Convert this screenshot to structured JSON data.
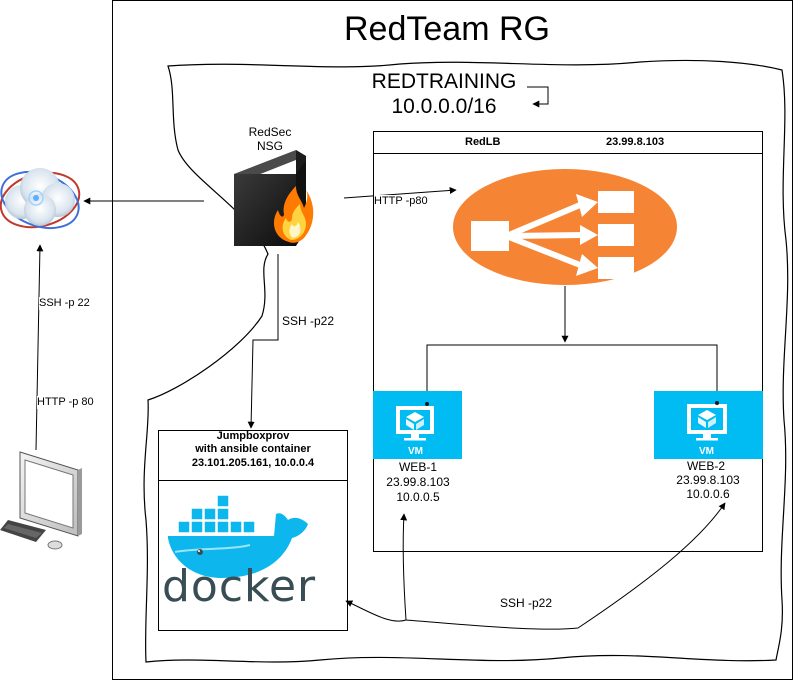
{
  "diagram": {
    "resource_group_title": "RedTeam RG",
    "vnet": {
      "name": "REDTRAINING",
      "cidr": "10.0.0.0/16"
    },
    "nsg": {
      "line1": "RedSec",
      "line2": "NSG"
    },
    "load_balancer": {
      "name": "RedLB",
      "ip": "23.99.8.103"
    },
    "jumpbox": {
      "line1": "Jumpboxprov",
      "line2": "with ansible container",
      "line3": "23.101.205.161, 10.0.0.4",
      "docker_logo_text": "docker"
    },
    "vm1": {
      "badge": "VM",
      "name": "WEB-1",
      "public_ip": "23.99.8.103",
      "private_ip": "10.0.0.5"
    },
    "vm2": {
      "badge": "VM",
      "name": "WEB-2",
      "public_ip": "23.99.8.103",
      "private_ip": "10.0.0.6"
    },
    "edges": {
      "nsg_to_lb": "HTTP -p80",
      "nsg_to_jumpbox": "SSH -p22",
      "jumpbox_to_vms": "SSH -p22",
      "workstation_ssh": "SSH -p 22",
      "workstation_http": "HTTP -p 80"
    },
    "colors": {
      "lb_orange": "#f58534",
      "vm_blue": "#00bcf2",
      "docker_blue": "#0db7ed",
      "docker_text": "#384d54",
      "firewall_dark": "#1a1a1a",
      "fire_orange": "#ff7a00"
    },
    "icons": [
      "internet-cloud-icon",
      "firewall-icon",
      "load-balancer-icon",
      "vm-icon",
      "docker-icon",
      "workstation-icon"
    ]
  }
}
